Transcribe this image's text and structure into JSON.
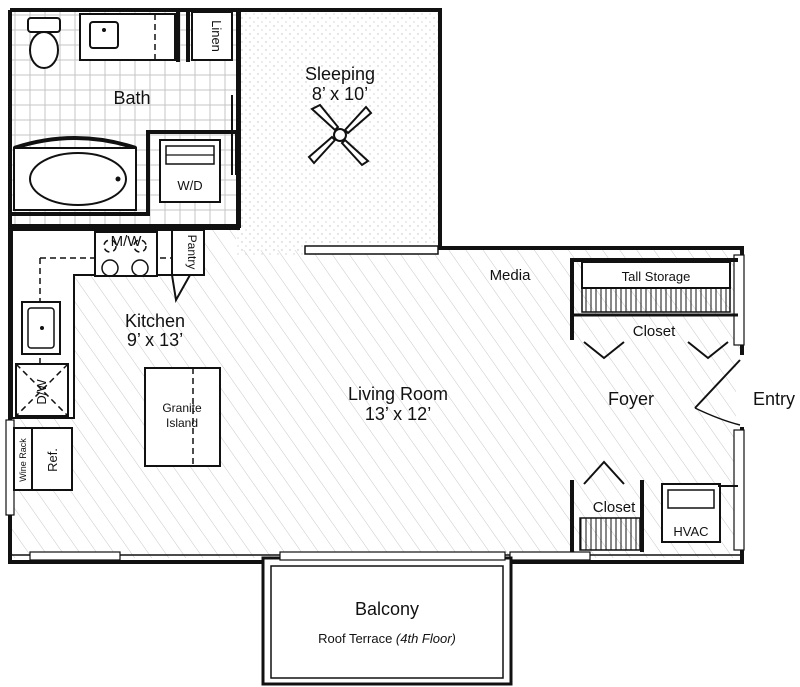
{
  "rooms": {
    "sleeping": {
      "name": "Sleeping",
      "dims": "8’ x 10’"
    },
    "bath": {
      "name": "Bath"
    },
    "linen": {
      "name": "Linen"
    },
    "washer_dryer": {
      "name": "W/D"
    },
    "kitchen": {
      "name": "Kitchen",
      "dims": "9’ x 13’"
    },
    "microwave": {
      "name": "M/W"
    },
    "pantry": {
      "name": "Pantry"
    },
    "dishwasher": {
      "name": "D/W"
    },
    "wine_rack": {
      "name": "Wine Rack"
    },
    "refrigerator": {
      "name": "Ref."
    },
    "island": {
      "line1": "Granite",
      "line2": "Island"
    },
    "living": {
      "name": "Living Room",
      "dims": "13’ x 12’"
    },
    "media": {
      "name": "Media"
    },
    "tall_storage": {
      "name": "Tall Storage"
    },
    "closet_upper": {
      "name": "Closet"
    },
    "closet_lower": {
      "name": "Closet"
    },
    "foyer": {
      "name": "Foyer"
    },
    "entry": {
      "name": "Entry"
    },
    "hvac": {
      "name": "HVAC"
    },
    "balcony": {
      "name": "Balcony",
      "sub": "Roof Terrace",
      "sub_note": "(4th Floor)"
    }
  },
  "colors": {
    "wall": "#111111",
    "floor_hatch": "#c8c8c8",
    "stipple": "#bdbdbd",
    "background": "#ffffff"
  }
}
